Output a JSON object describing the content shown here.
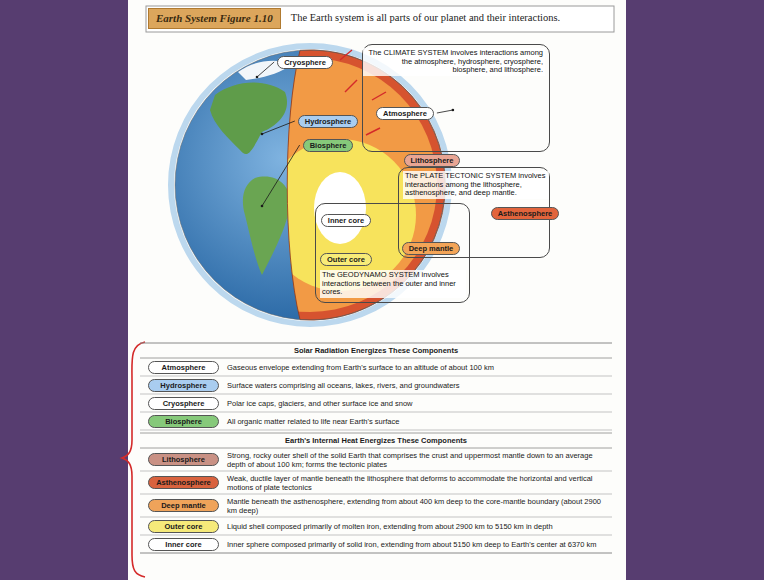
{
  "diagram": {
    "title": "Earth System Figure 1.10",
    "caption": "The Earth system is all parts of our planet and their interactions.",
    "nodes": [
      {
        "text": [
          "Cryosphere"
        ]
      },
      {
        "text": [
          "The CLIMATE SYSTEM involves interactions among the atmosphere, hydrosphere, cryosphere, biosphere, and lithosphere."
        ]
      },
      {
        "text": [
          "Atmosphere"
        ],
        "in": 1
      },
      {
        "text": [
          "Hydrosphere"
        ]
      },
      {
        "text": [
          "Biosphere"
        ]
      },
      {
        "text": [
          "Lithosphere"
        ]
      },
      {
        "text": [
          "The PLATE TECTONIC SYSTEM involves interactions among the lithosphere, asthenosphere, and deep mantle."
        ]
      },
      {
        "text": [
          "Asthenosphere"
        ]
      },
      {
        "text": [
          "Deep mantle"
        ],
        "in": 6
      },
      {
        "text": [
          "The GEODYNAMO SYSTEM involves interactions between the outer and inner cores."
        ]
      },
      {
        "text": [
          "Inner core"
        ],
        "in": 9
      },
      {
        "text": [
          "Outer core"
        ],
        "in": 9
      },
      {
        "text": [
          "Atmosphere"
        ]
      },
      {
        "text": [
          "Hydrosphere"
        ]
      },
      {
        "text": [
          "Cryosphere"
        ]
      },
      {
        "text": [
          "Biosphere"
        ]
      },
      {
        "text": [
          "Lithosphere"
        ]
      },
      {
        "text": [
          "Asthenosphere"
        ]
      },
      {
        "text": [
          "Deep mantle"
        ]
      },
      {
        "text": [
          "Outer core"
        ]
      },
      {
        "text": [
          "Inner core"
        ]
      }
    ],
    "labels": [
      "Solar Radiation Energizes These Components",
      "Gaseous envelope extending from Earth's surface to an altitude of about 100 km",
      "Surface waters comprising all oceans, lakes, rivers, and groundwaters",
      "Polar ice caps, glaciers, and other surface ice and snow",
      "All organic matter related to life near Earth's surface",
      "Earth's Internal Heat Energizes These Components",
      "Strong, rocky outer shell of the solid Earth that comprises the crust and uppermost mantle down to an average depth of about 100 km; forms the tectonic plates",
      "Weak, ductile layer of mantle beneath the lithosphere that deforms to accommodate the horizontal and vertical motions of plate tectonics",
      "Mantle beneath the asthenosphere, extending from about 400 km deep to the core-mantle boundary (about 2900 km deep)",
      "Liquid shell composed primarily of molten iron, extending from about 2900 km to 5150 km in depth",
      "Inner sphere composed primarily of solid iron, extending from about 5150 km deep to Earth's center at 6370 km"
    ]
  }
}
